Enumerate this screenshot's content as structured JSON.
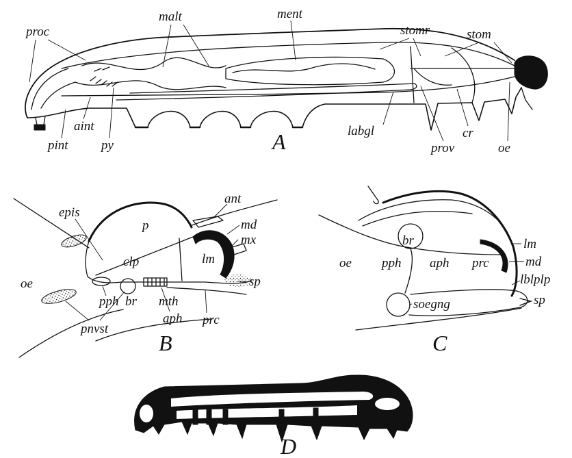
{
  "colors": {
    "ink": "#111111",
    "paper": "#ffffff"
  },
  "panel_a": {
    "letter": "A",
    "labels": [
      "proc",
      "malt",
      "ment",
      "stomr",
      "stom",
      "aint",
      "pint",
      "py",
      "labgl",
      "cr",
      "prov",
      "oe"
    ]
  },
  "panel_b": {
    "letter": "B",
    "labels": [
      "ant",
      "epis",
      "p",
      "md",
      "mx",
      "clp",
      "lm",
      "oe",
      "sp",
      "pph",
      "br",
      "mth",
      "aph",
      "prc",
      "pnvst"
    ]
  },
  "panel_c": {
    "letter": "C",
    "labels": [
      "br",
      "lm",
      "oe",
      "pph",
      "aph",
      "prc",
      "md",
      "lblplp",
      "soegng",
      "sp"
    ]
  },
  "panel_d": {
    "letter": "D"
  }
}
